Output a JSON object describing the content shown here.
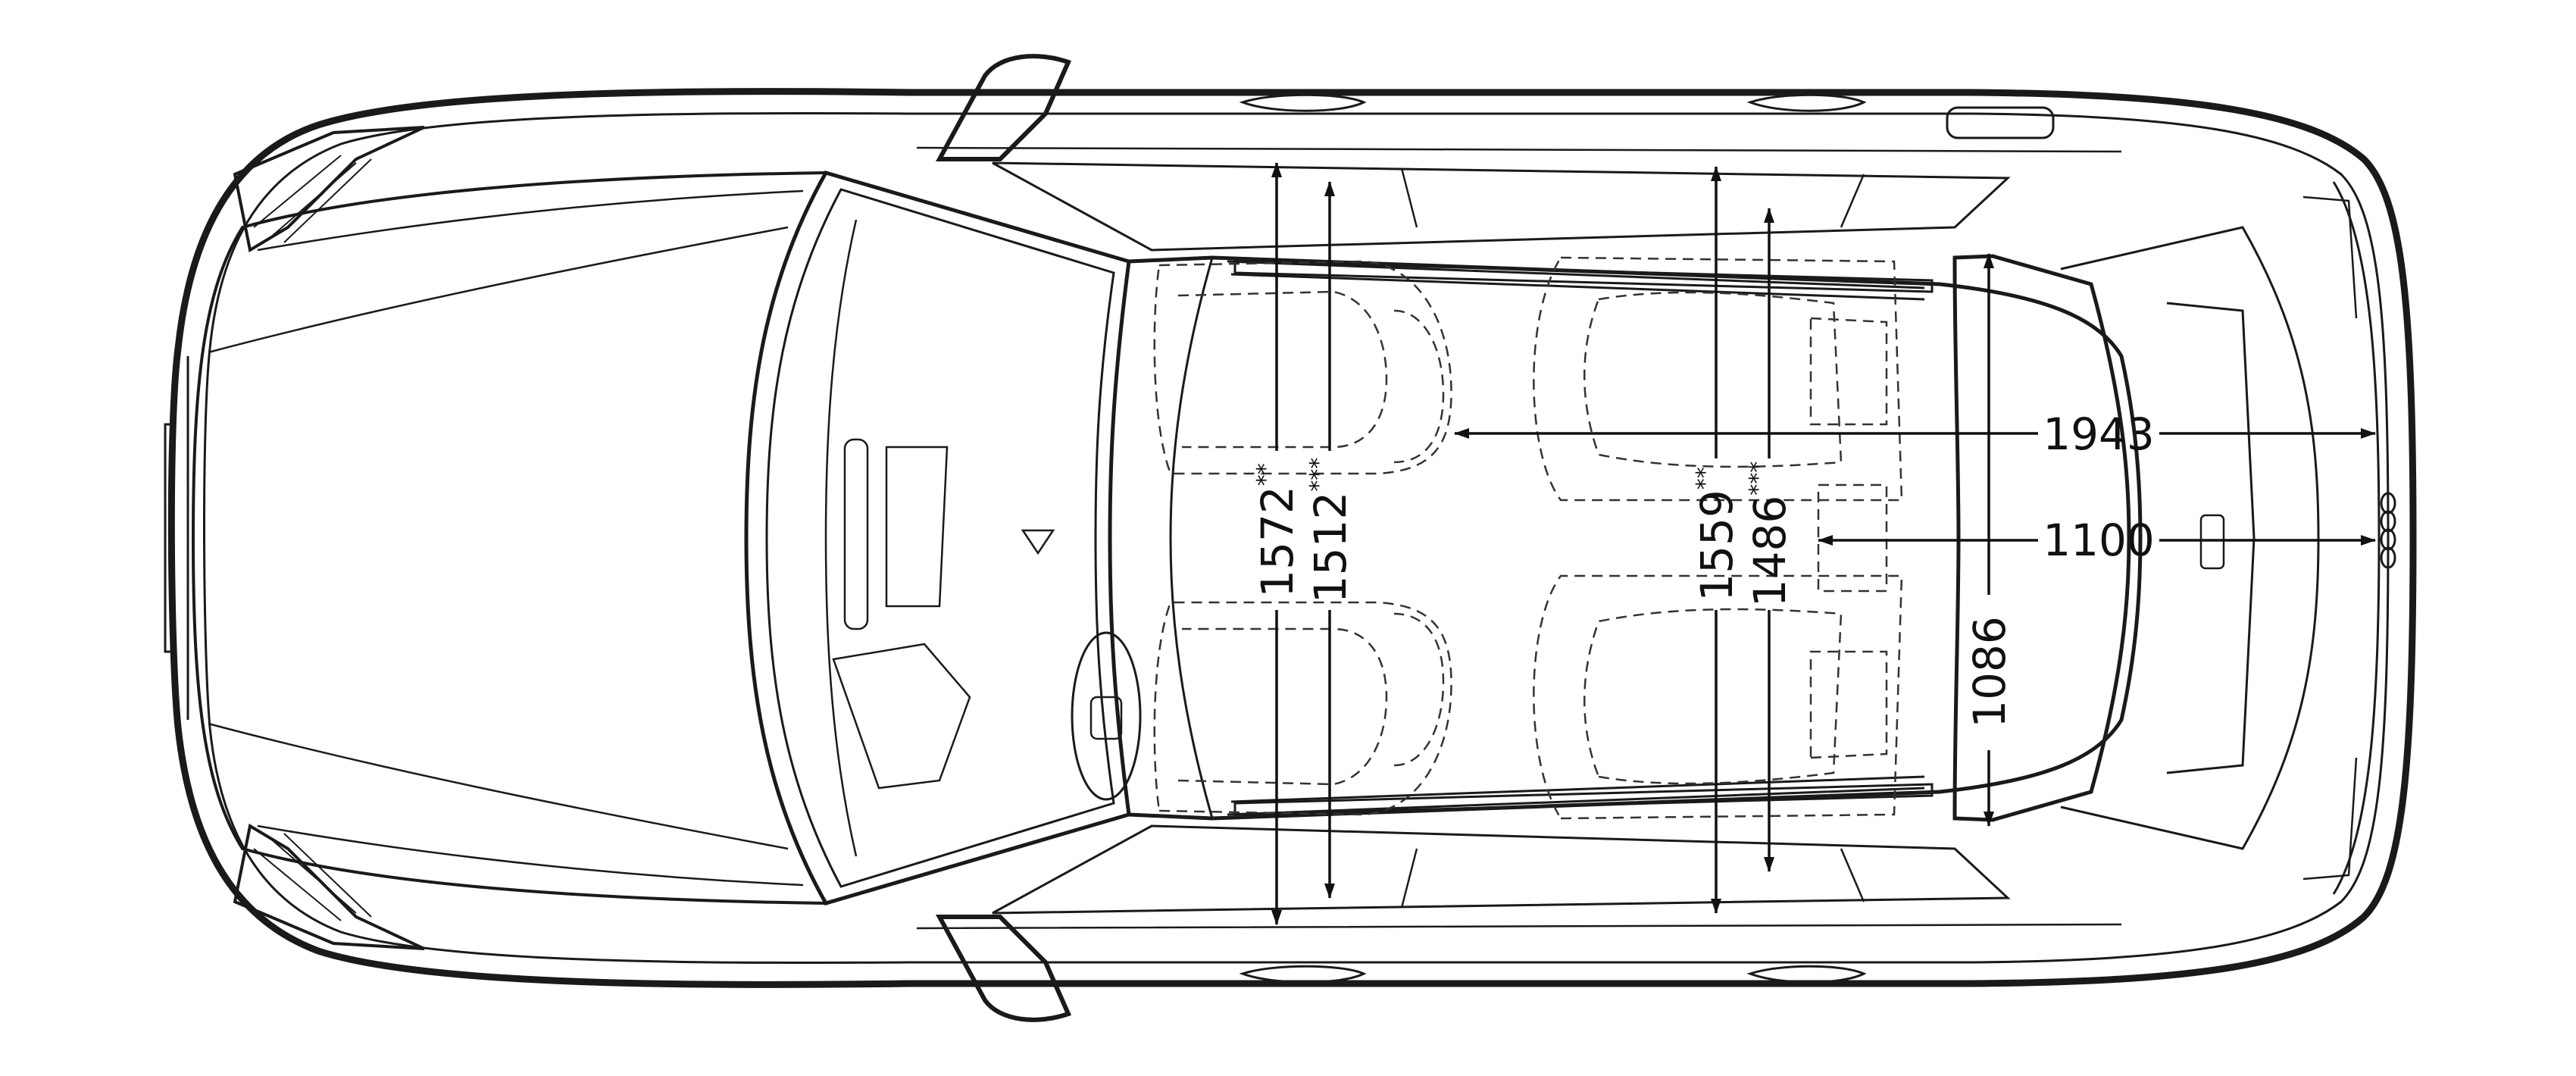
{
  "dimensions": {
    "overall_width_mirrors": "1943",
    "rear_width_boot": "1100",
    "boot_length": "1086",
    "front_shoulder_room": {
      "value": "1572",
      "note": "**"
    },
    "front_elbow_room": {
      "value": "1512",
      "note": "***"
    },
    "rear_shoulder_room": {
      "value": "1559",
      "note": "**"
    },
    "rear_elbow_room": {
      "value": "1486",
      "note": "***"
    }
  },
  "colors": {
    "line": "#1a1a1a",
    "background": "#ffffff"
  }
}
